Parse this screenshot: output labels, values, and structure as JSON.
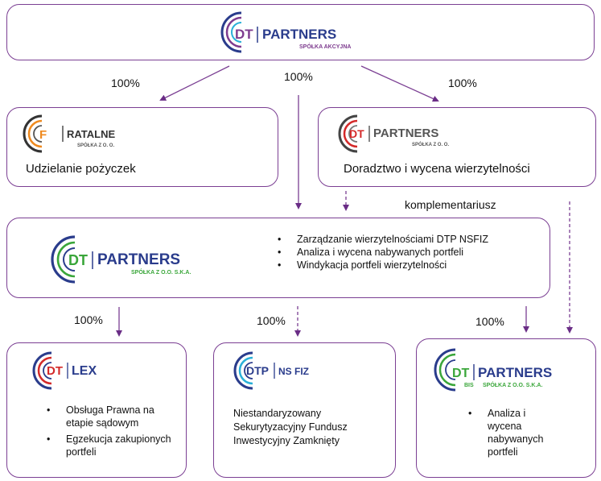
{
  "top": {
    "logo_mark": "DT",
    "logo_name": "PARTNERS",
    "logo_sub": "SPÓŁKA AKCYJNA"
  },
  "percents": {
    "top_left": "100%",
    "top_center": "100%",
    "top_right": "100%",
    "mid_left": "100%",
    "mid_center": "100%",
    "mid_right": "100%"
  },
  "ratalne": {
    "logo_mark": "F",
    "logo_name": "RATALNE",
    "logo_sub": "SPÓŁKA Z O. O.",
    "caption": "Udzielanie pożyczek"
  },
  "dtp_zoo": {
    "logo_mark": "DT",
    "logo_name": "PARTNERS",
    "logo_sub": "SPÓŁKA Z O. O.",
    "caption": "Doradztwo i wycena wierzytelności"
  },
  "komplementariusz": "komplementariusz",
  "ska": {
    "logo_mark": "DT",
    "logo_name": "PARTNERS",
    "logo_sub": "SPÓŁKA Z O.O. S.K.A.",
    "bullets": [
      "Zarządzanie wierzytelnościami DTP NSFIZ",
      "Analiza i wycena nabywanych portfeli",
      "Windykacja portfeli wierzytelności"
    ]
  },
  "lex": {
    "logo_mark": "DT",
    "logo_name": "LEX",
    "bullets": [
      "Obsługa Prawna na etapie sądowym",
      "Egzekucja zakupionych portfeli"
    ]
  },
  "nsfiz": {
    "logo_mark": "DTP",
    "logo_name": "NS FIZ",
    "lines": [
      "Niestandaryzowany",
      "Sekurytyzacyjny Fundusz",
      "Inwestycyjny Zamknięty"
    ]
  },
  "bis": {
    "logo_mark": "DT",
    "logo_name": "PARTNERS",
    "logo_prefix": "BIS",
    "logo_sub": "SPÓŁKA Z O.O. S.K.A.",
    "bullets": [
      "Analiza i wycena nabywanych portfeli"
    ]
  },
  "colors": {
    "border": "#7b3f93",
    "arrow": "#6a2d86",
    "brand_purple": "#7e3c8f",
    "brand_navy": "#2a3c8c",
    "brand_red": "#d42a2a",
    "brand_orange": "#ef8a1f",
    "brand_green": "#3aa63a",
    "brand_cyan": "#2ab0d8"
  }
}
